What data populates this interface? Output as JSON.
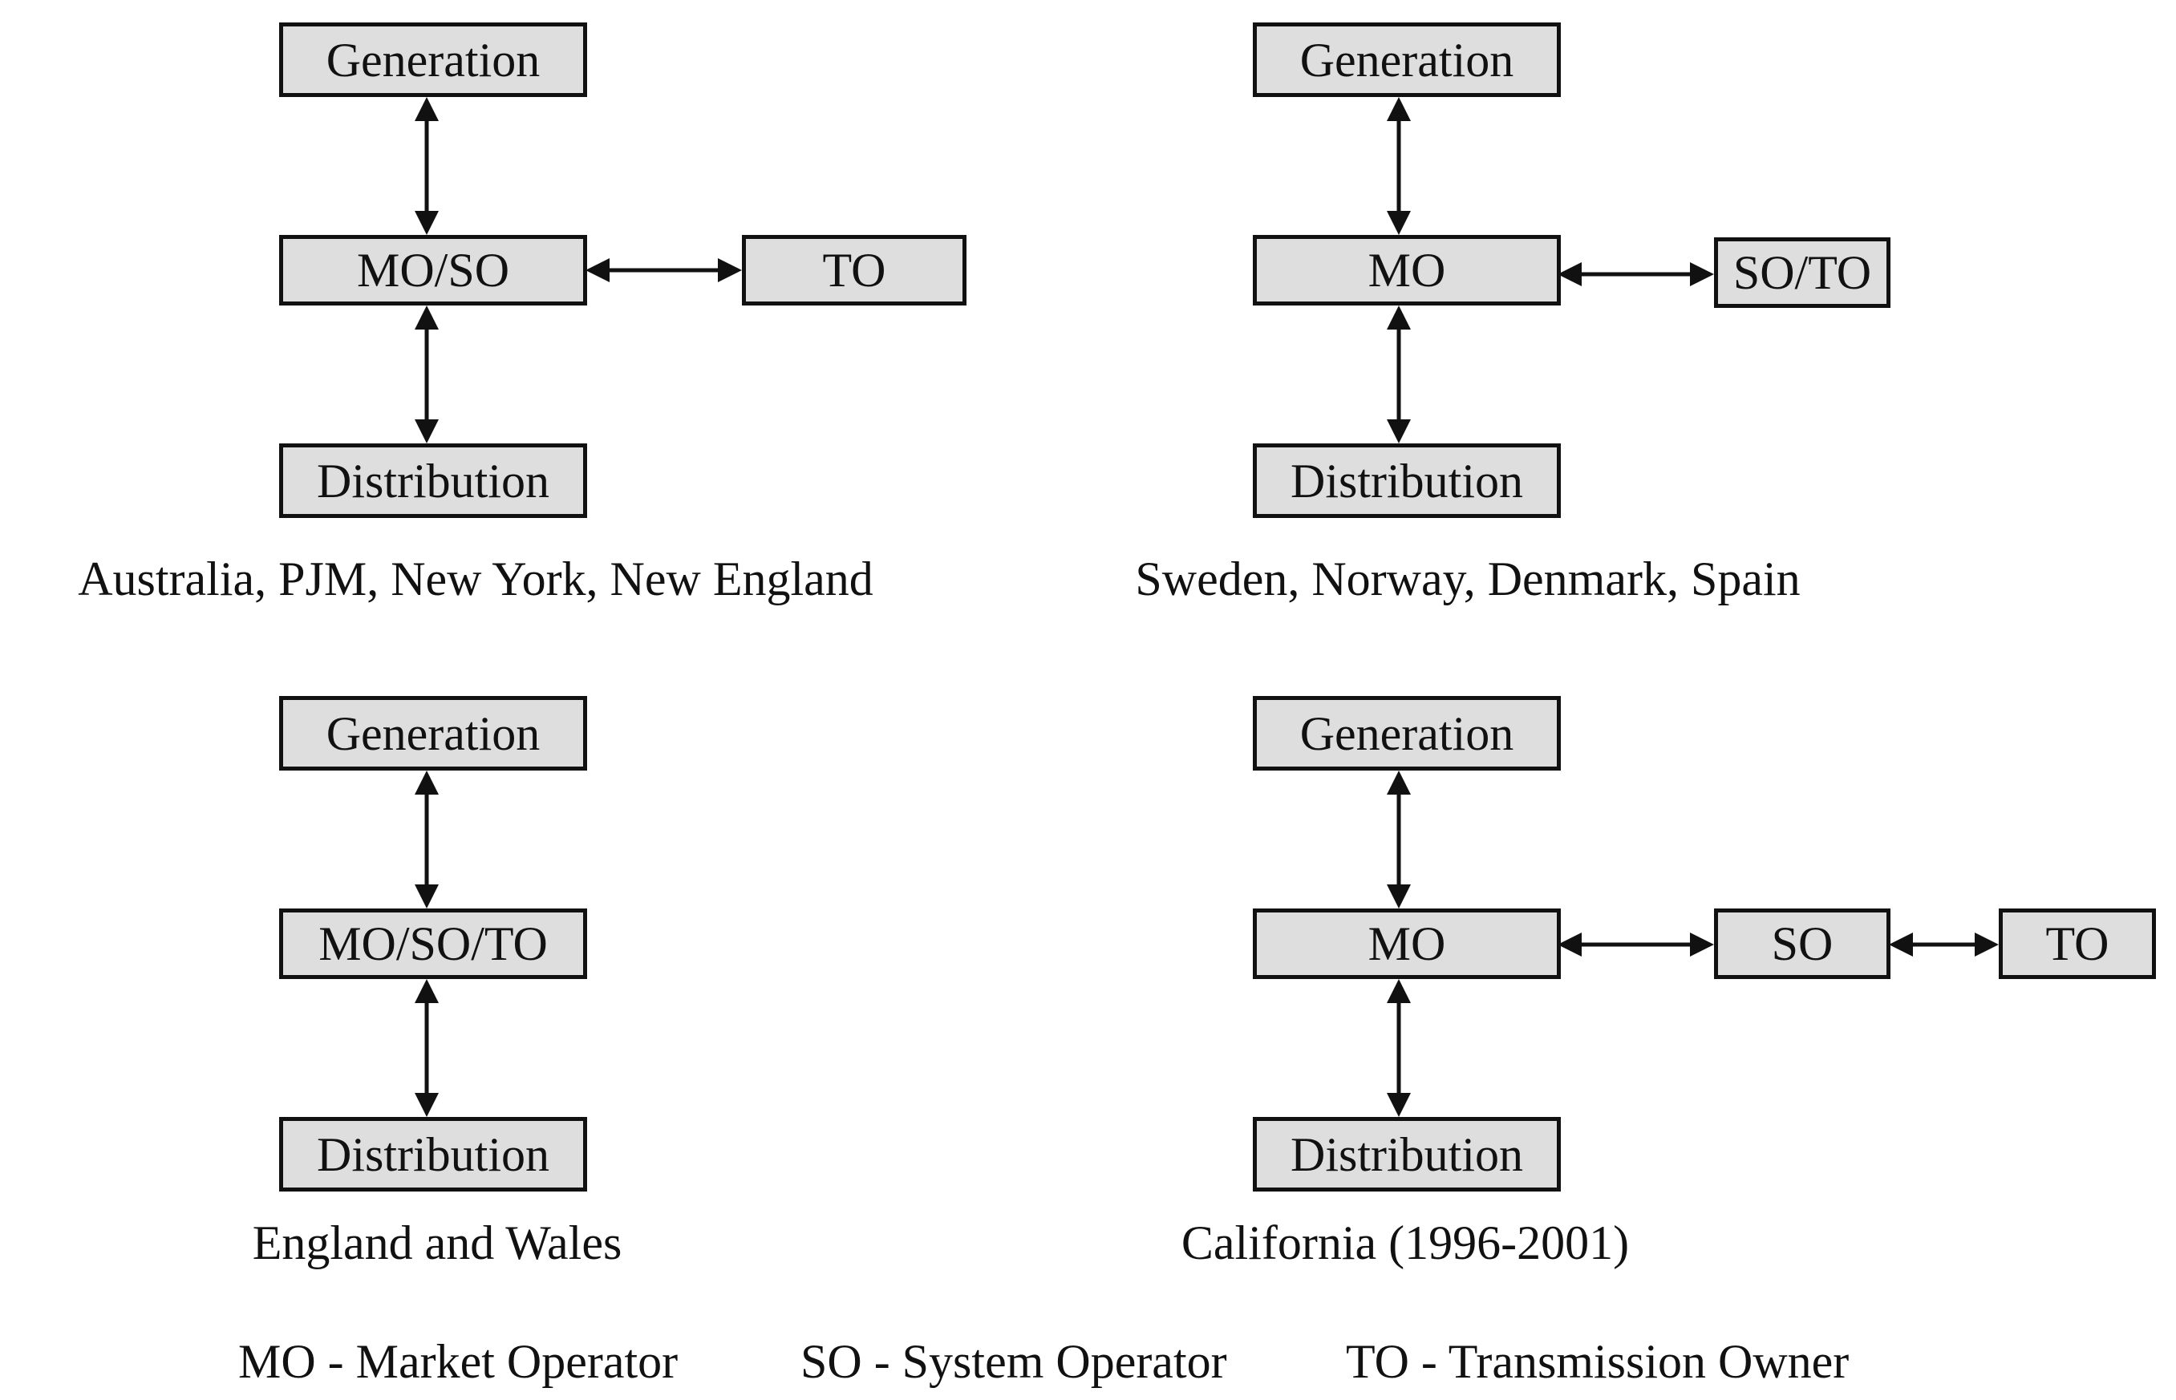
{
  "diagrams": [
    {
      "boxes": {
        "generation": "Generation",
        "center": "MO/SO",
        "right1": "TO",
        "distribution": "Distribution"
      },
      "caption": "Australia, PJM, New York, New England"
    },
    {
      "boxes": {
        "generation": "Generation",
        "center": "MO",
        "right1": "SO/TO",
        "distribution": "Distribution"
      },
      "caption": "Sweden, Norway, Denmark, Spain"
    },
    {
      "boxes": {
        "generation": "Generation",
        "center": "MO/SO/TO",
        "distribution": "Distribution"
      },
      "caption": "England and Wales"
    },
    {
      "boxes": {
        "generation": "Generation",
        "center": "MO",
        "right1": "SO",
        "right2": "TO",
        "distribution": "Distribution"
      },
      "caption": "California (1996-2001)"
    }
  ],
  "legend": [
    "MO - Market Operator",
    "SO - System Operator",
    "TO - Transmission Owner"
  ]
}
